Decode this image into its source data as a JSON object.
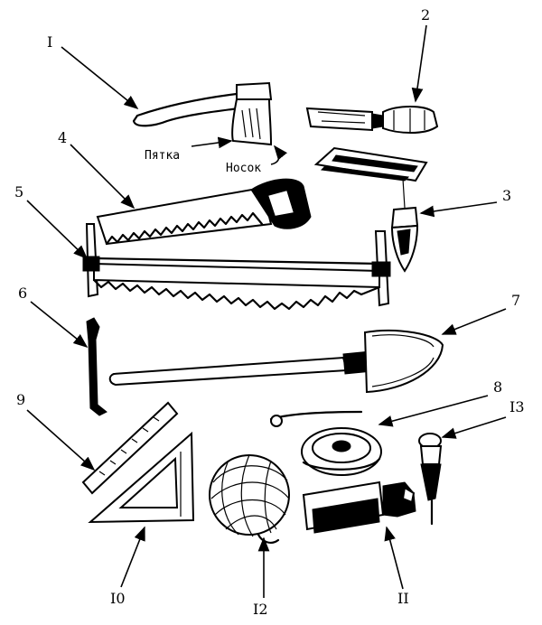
{
  "labels": {
    "axe": "I",
    "chisel": "2",
    "plumb_bob": "3",
    "handsaw": "4",
    "frame_saw": "5",
    "bracket": "6",
    "shovel": "7",
    "tape_measure": "8",
    "ruler": "9",
    "set_square": "I0",
    "cord_reel": "II",
    "twine_ball": "I2",
    "awl": "I3"
  },
  "annotations": {
    "heel": "Пятка",
    "toe": "Носок"
  }
}
